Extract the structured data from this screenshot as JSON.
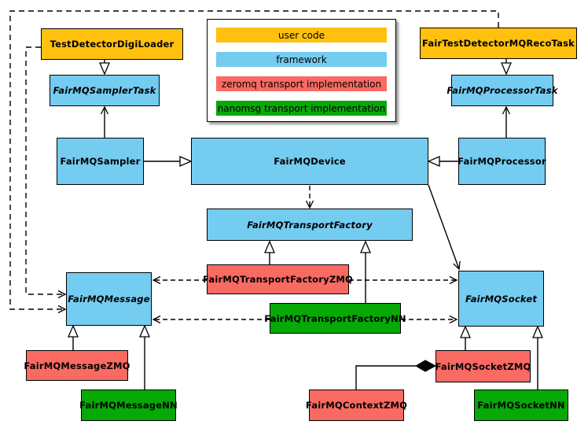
{
  "colors": {
    "user_code": "#FFC10D",
    "framework": "#74CCF1",
    "zeromq": "#F96A62",
    "nanomsg": "#06A906",
    "line": "#000000",
    "background": "#FFFFFF"
  },
  "legend": {
    "items": [
      {
        "label": "user code",
        "kind": "user_code"
      },
      {
        "label": "framework",
        "kind": "framework"
      },
      {
        "label": "zeromq transport implementation",
        "kind": "zeromq"
      },
      {
        "label": "nanomsg transport implementation",
        "kind": "nanomsg"
      }
    ]
  },
  "nodes": {
    "testDetectorDigiLoader": {
      "label": "TestDetectorDigiLoader",
      "kind": "user_code",
      "abstract": false
    },
    "fairTestDetectorMQRecoTask": {
      "label": "FairTestDetectorMQRecoTask",
      "kind": "user_code",
      "abstract": false
    },
    "fairMQSamplerTask": {
      "label": "FairMQSamplerTask",
      "kind": "framework",
      "abstract": true
    },
    "fairMQProcessorTask": {
      "label": "FairMQProcessorTask",
      "kind": "framework",
      "abstract": true
    },
    "fairMQSampler": {
      "label": "FairMQSampler",
      "kind": "framework",
      "abstract": false
    },
    "fairMQDevice": {
      "label": "FairMQDevice",
      "kind": "framework",
      "abstract": false
    },
    "fairMQProcessor": {
      "label": "FairMQProcessor",
      "kind": "framework",
      "abstract": false
    },
    "fairMQTransportFactory": {
      "label": "FairMQTransportFactory",
      "kind": "framework",
      "abstract": true
    },
    "fairMQTransportFactoryZMQ": {
      "label": "FairMQTransportFactoryZMQ",
      "kind": "zeromq",
      "abstract": false
    },
    "fairMQTransportFactoryNN": {
      "label": "FairMQTransportFactoryNN",
      "kind": "nanomsg",
      "abstract": false
    },
    "fairMQMessage": {
      "label": "FairMQMessage",
      "kind": "framework",
      "abstract": true
    },
    "fairMQSocket": {
      "label": "FairMQSocket",
      "kind": "framework",
      "abstract": true
    },
    "fairMQMessageZMQ": {
      "label": "FairMQMessageZMQ",
      "kind": "zeromq",
      "abstract": false
    },
    "fairMQMessageNN": {
      "label": "FairMQMessageNN",
      "kind": "nanomsg",
      "abstract": false
    },
    "fairMQContextZMQ": {
      "label": "FairMQContextZMQ",
      "kind": "zeromq",
      "abstract": false
    },
    "fairMQSocketZMQ": {
      "label": "FairMQSocketZMQ",
      "kind": "zeromq",
      "abstract": false
    },
    "fairMQSocketNN": {
      "label": "FairMQSocketNN",
      "kind": "nanomsg",
      "abstract": false
    }
  },
  "edges": [
    {
      "type": "inheritance",
      "from": "TestDetectorDigiLoader",
      "to": "FairMQSamplerTask"
    },
    {
      "type": "inheritance",
      "from": "FairTestDetectorMQRecoTask",
      "to": "FairMQProcessorTask"
    },
    {
      "type": "inheritance",
      "from": "FairMQSampler",
      "to": "FairMQDevice"
    },
    {
      "type": "inheritance",
      "from": "FairMQProcessor",
      "to": "FairMQDevice"
    },
    {
      "type": "inheritance",
      "from": "FairMQTransportFactoryZMQ",
      "to": "FairMQTransportFactory"
    },
    {
      "type": "inheritance",
      "from": "FairMQTransportFactoryNN",
      "to": "FairMQTransportFactory"
    },
    {
      "type": "inheritance",
      "from": "FairMQMessageZMQ",
      "to": "FairMQMessage"
    },
    {
      "type": "inheritance",
      "from": "FairMQMessageNN",
      "to": "FairMQMessage"
    },
    {
      "type": "inheritance",
      "from": "FairMQSocketZMQ",
      "to": "FairMQSocket"
    },
    {
      "type": "inheritance",
      "from": "FairMQSocketNN",
      "to": "FairMQSocket"
    },
    {
      "type": "association",
      "from": "FairMQSampler",
      "to": "FairMQSamplerTask"
    },
    {
      "type": "association",
      "from": "FairMQProcessor",
      "to": "FairMQProcessorTask"
    },
    {
      "type": "association",
      "from": "FairMQDevice",
      "to": "FairMQSocket"
    },
    {
      "type": "dependency",
      "from": "FairMQDevice",
      "to": "FairMQTransportFactory"
    },
    {
      "type": "dependency",
      "from": "TestDetectorDigiLoader",
      "to": "FairMQMessage"
    },
    {
      "type": "dependency",
      "from": "FairTestDetectorMQRecoTask",
      "to": "FairMQMessage"
    },
    {
      "type": "dependency",
      "from": "FairMQTransportFactoryZMQ",
      "to": "FairMQMessage"
    },
    {
      "type": "dependency",
      "from": "FairMQTransportFactoryZMQ",
      "to": "FairMQSocket"
    },
    {
      "type": "dependency",
      "from": "FairMQTransportFactoryNN",
      "to": "FairMQMessage"
    },
    {
      "type": "dependency",
      "from": "FairMQTransportFactoryNN",
      "to": "FairMQSocket"
    },
    {
      "type": "composition",
      "owner": "FairMQSocketZMQ",
      "part": "FairMQContextZMQ"
    }
  ]
}
